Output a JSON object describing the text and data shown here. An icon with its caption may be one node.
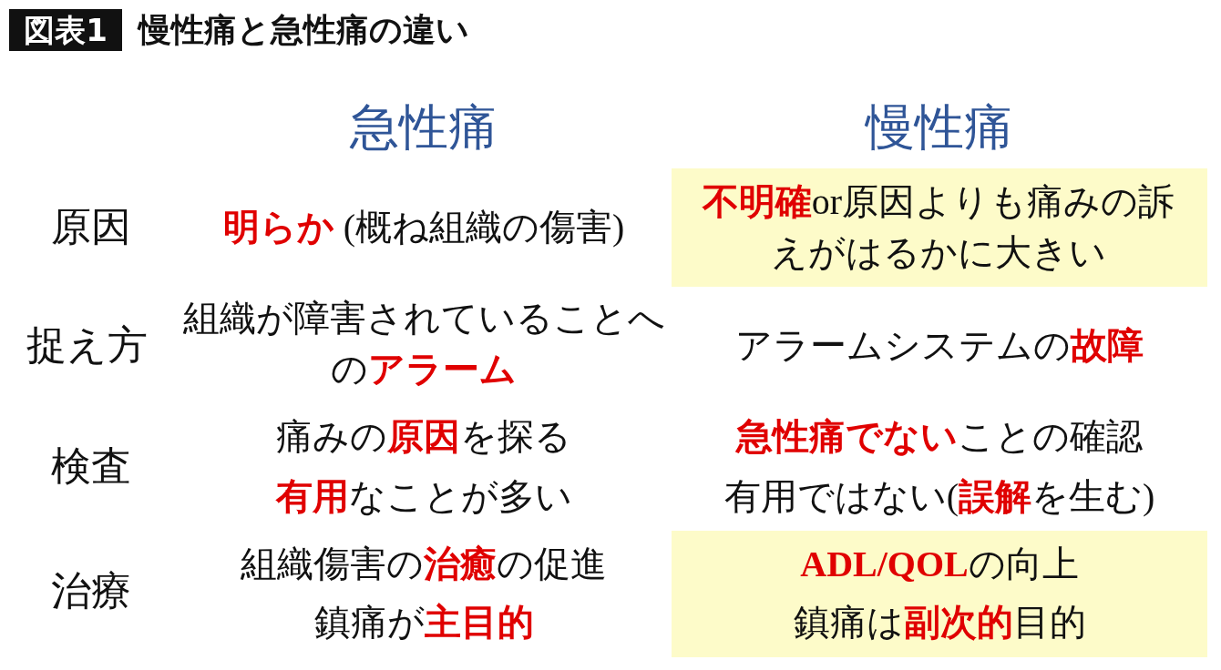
{
  "diagram": {
    "title": "慢性痛と急性痛の違い",
    "labels": [
      "図表1",
      "急性痛",
      "慢性痛",
      "原因",
      "**明らか** (概ね組織の傷害)",
      "**不明確**or原因よりも痛みの訴えがはるかに大きい",
      "捉え方",
      "組織が障害されていることへの**アラーム**",
      "アラームシステムの**故障**",
      "検査",
      "痛みの**原因**を探る",
      "**有用**なことが多い",
      "**急性痛でない**ことの確認",
      "有用ではない(**誤解**を生む)",
      "治療",
      "組織傷害の**治癒**の促進",
      "鎮痛が**主目的**",
      "**ADL/QOL**の向上",
      "鎮痛は**副次的**目的"
    ]
  }
}
